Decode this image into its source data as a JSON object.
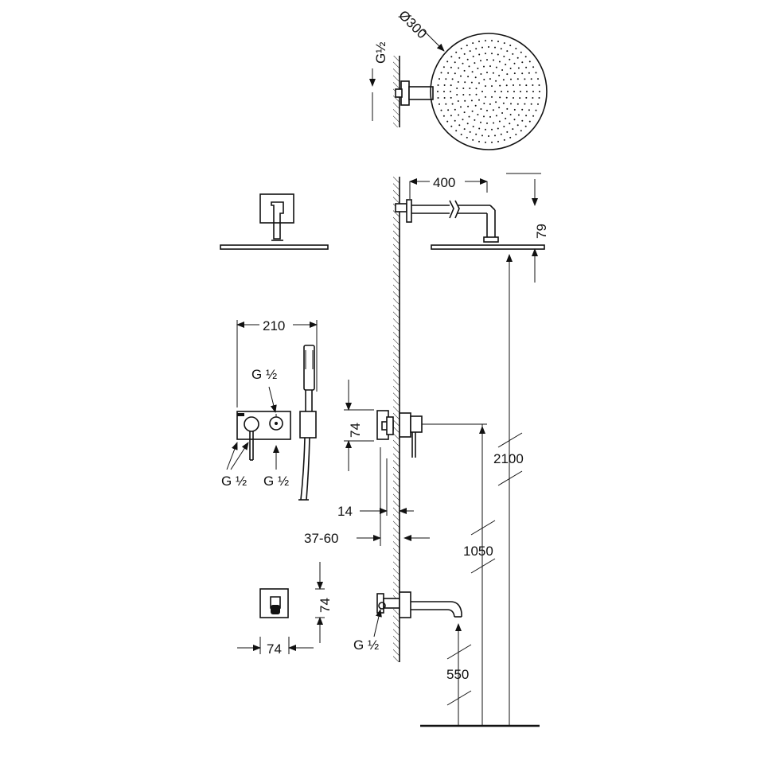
{
  "diagram": {
    "colors": {
      "ink": "#111111",
      "background": "#ffffff"
    },
    "labels": {
      "dia_300": "Ø300",
      "g_half_top": "G½",
      "dim_400": "400",
      "dim_79": "79",
      "dim_210": "210",
      "g_half_valve_top": "G ½",
      "dim_74_valve": "74",
      "g_half_left": "G ½",
      "g_half_right": "G ½",
      "dim_14": "14",
      "dim_37_60": "37-60",
      "dim_2100": "2100",
      "dim_1050": "1050",
      "dim_74_diverter_v": "74",
      "dim_74_diverter_h": "74",
      "g_half_spout": "G ½",
      "dim_550": "550"
    }
  }
}
